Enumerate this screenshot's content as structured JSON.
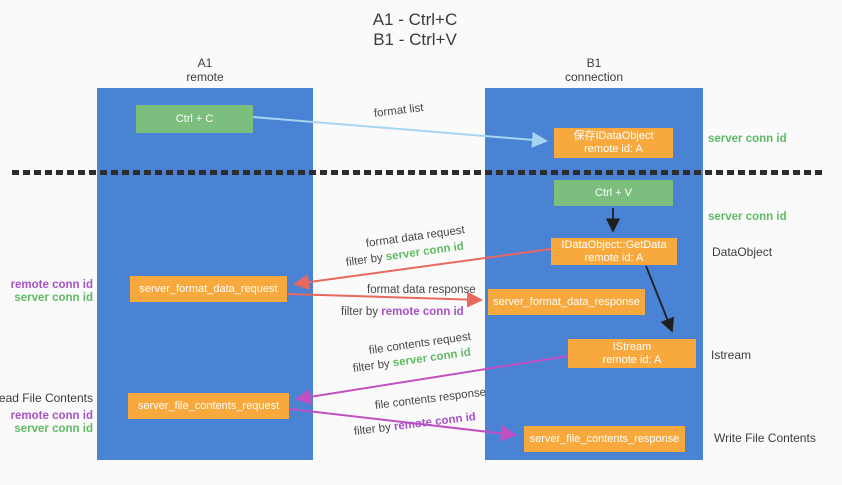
{
  "title": {
    "line1": "A1 - Ctrl+C",
    "line2": "B1 - Ctrl+V"
  },
  "columns": {
    "left": {
      "name": "A1",
      "role": "remote"
    },
    "right": {
      "name": "B1",
      "role": "connection"
    }
  },
  "nodes": {
    "ctrl_c": "Ctrl + C",
    "ctrl_v": "Ctrl + V",
    "save_dataobject": {
      "line1": "保存IDataObject",
      "line2": "remote id: A"
    },
    "getdata": {
      "line1": "IDataObject::GetData",
      "line2": "remote id: A"
    },
    "istream": {
      "line1": "IStream",
      "line2": "remote id: A"
    },
    "format_request": "server_format_data_request",
    "format_response": "server_format_data_response",
    "file_request": "server_file_contents_request",
    "file_response": "server_file_contents_response"
  },
  "flow_labels": {
    "format_list": "format list",
    "format_data_request": "format data request",
    "format_data_response": "format data response",
    "file_contents_request": "file contents request",
    "file_contents_response": "file contents response",
    "filter_by_1": "filter by",
    "filter_id_1": "server conn id",
    "filter_by_2": "filter by",
    "filter_id_2": "remote conn id",
    "filter_by_3": "filter by",
    "filter_id_3": "server conn id",
    "filter_by_4": "filter by",
    "filter_id_4": "remote conn id"
  },
  "side_labels": {
    "server_conn_id_top": "server conn id",
    "server_conn_id_mid": "server conn id",
    "dataobject": "DataObject",
    "istream": "Istream",
    "write_file_contents": "Write File Contents",
    "read_file_contents": "Read File Contents",
    "remote_conn_id_1": "remote conn id",
    "server_conn_id_1": "server conn id",
    "remote_conn_id_2": "remote conn id",
    "server_conn_id_2": "server conn id"
  },
  "colors": {
    "column_blue": "#4a82d4",
    "node_green": "#7cbe7e",
    "node_orange": "#f7a93e",
    "arrow_lightblue": "#a6d4f3",
    "arrow_red": "#e8685e",
    "arrow_magenta": "#c250c2",
    "arrow_black": "#1f1f1f",
    "id_green": "#5fba63",
    "id_purple": "#a553c5",
    "separator_black": "#2d2d2d"
  }
}
